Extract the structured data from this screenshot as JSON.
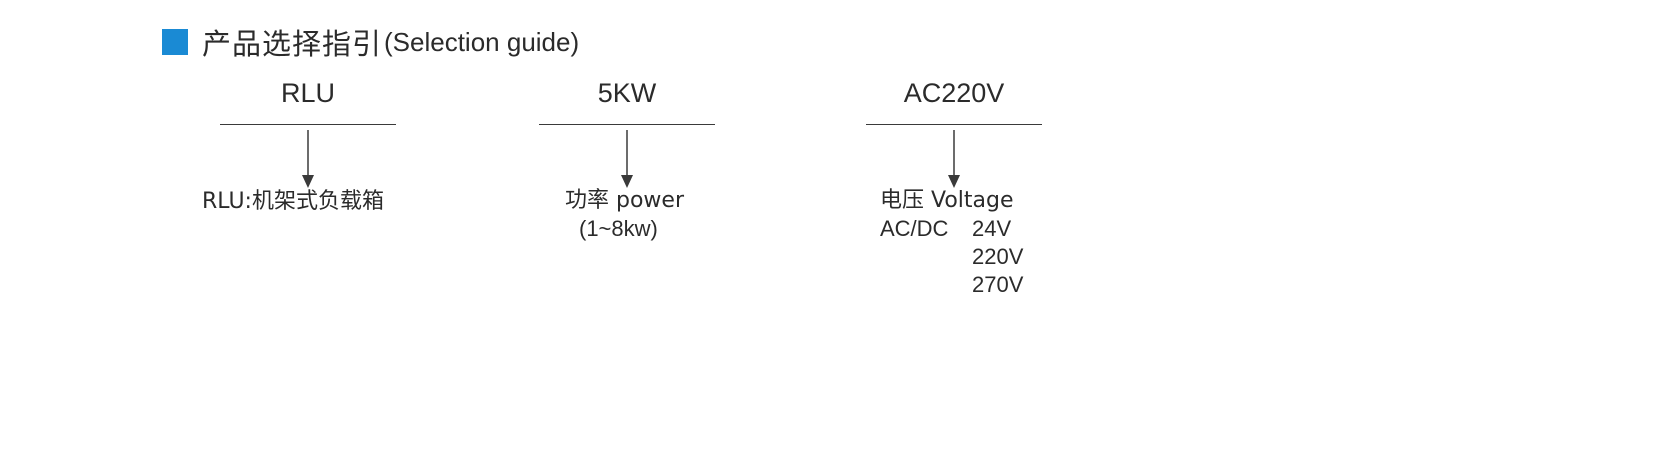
{
  "heading": {
    "title_cn": "产品选择指引",
    "title_en": "(Selection guide)",
    "square_color": "#1a8ad4"
  },
  "columns": [
    {
      "code": "RLU",
      "desc_line1": "RLU:机架式负载箱"
    },
    {
      "code": "5KW",
      "desc_label": "功率 power",
      "desc_range": "(1~8kw)"
    },
    {
      "code": "AC220V",
      "desc_label": "电压 Voltage",
      "type_label": "AC/DC",
      "voltages": [
        "24V",
        "220V",
        "270V"
      ]
    }
  ],
  "colors": {
    "text": "#2b2b2b",
    "rule": "#3a3a3a",
    "accent": "#1a8ad4"
  }
}
